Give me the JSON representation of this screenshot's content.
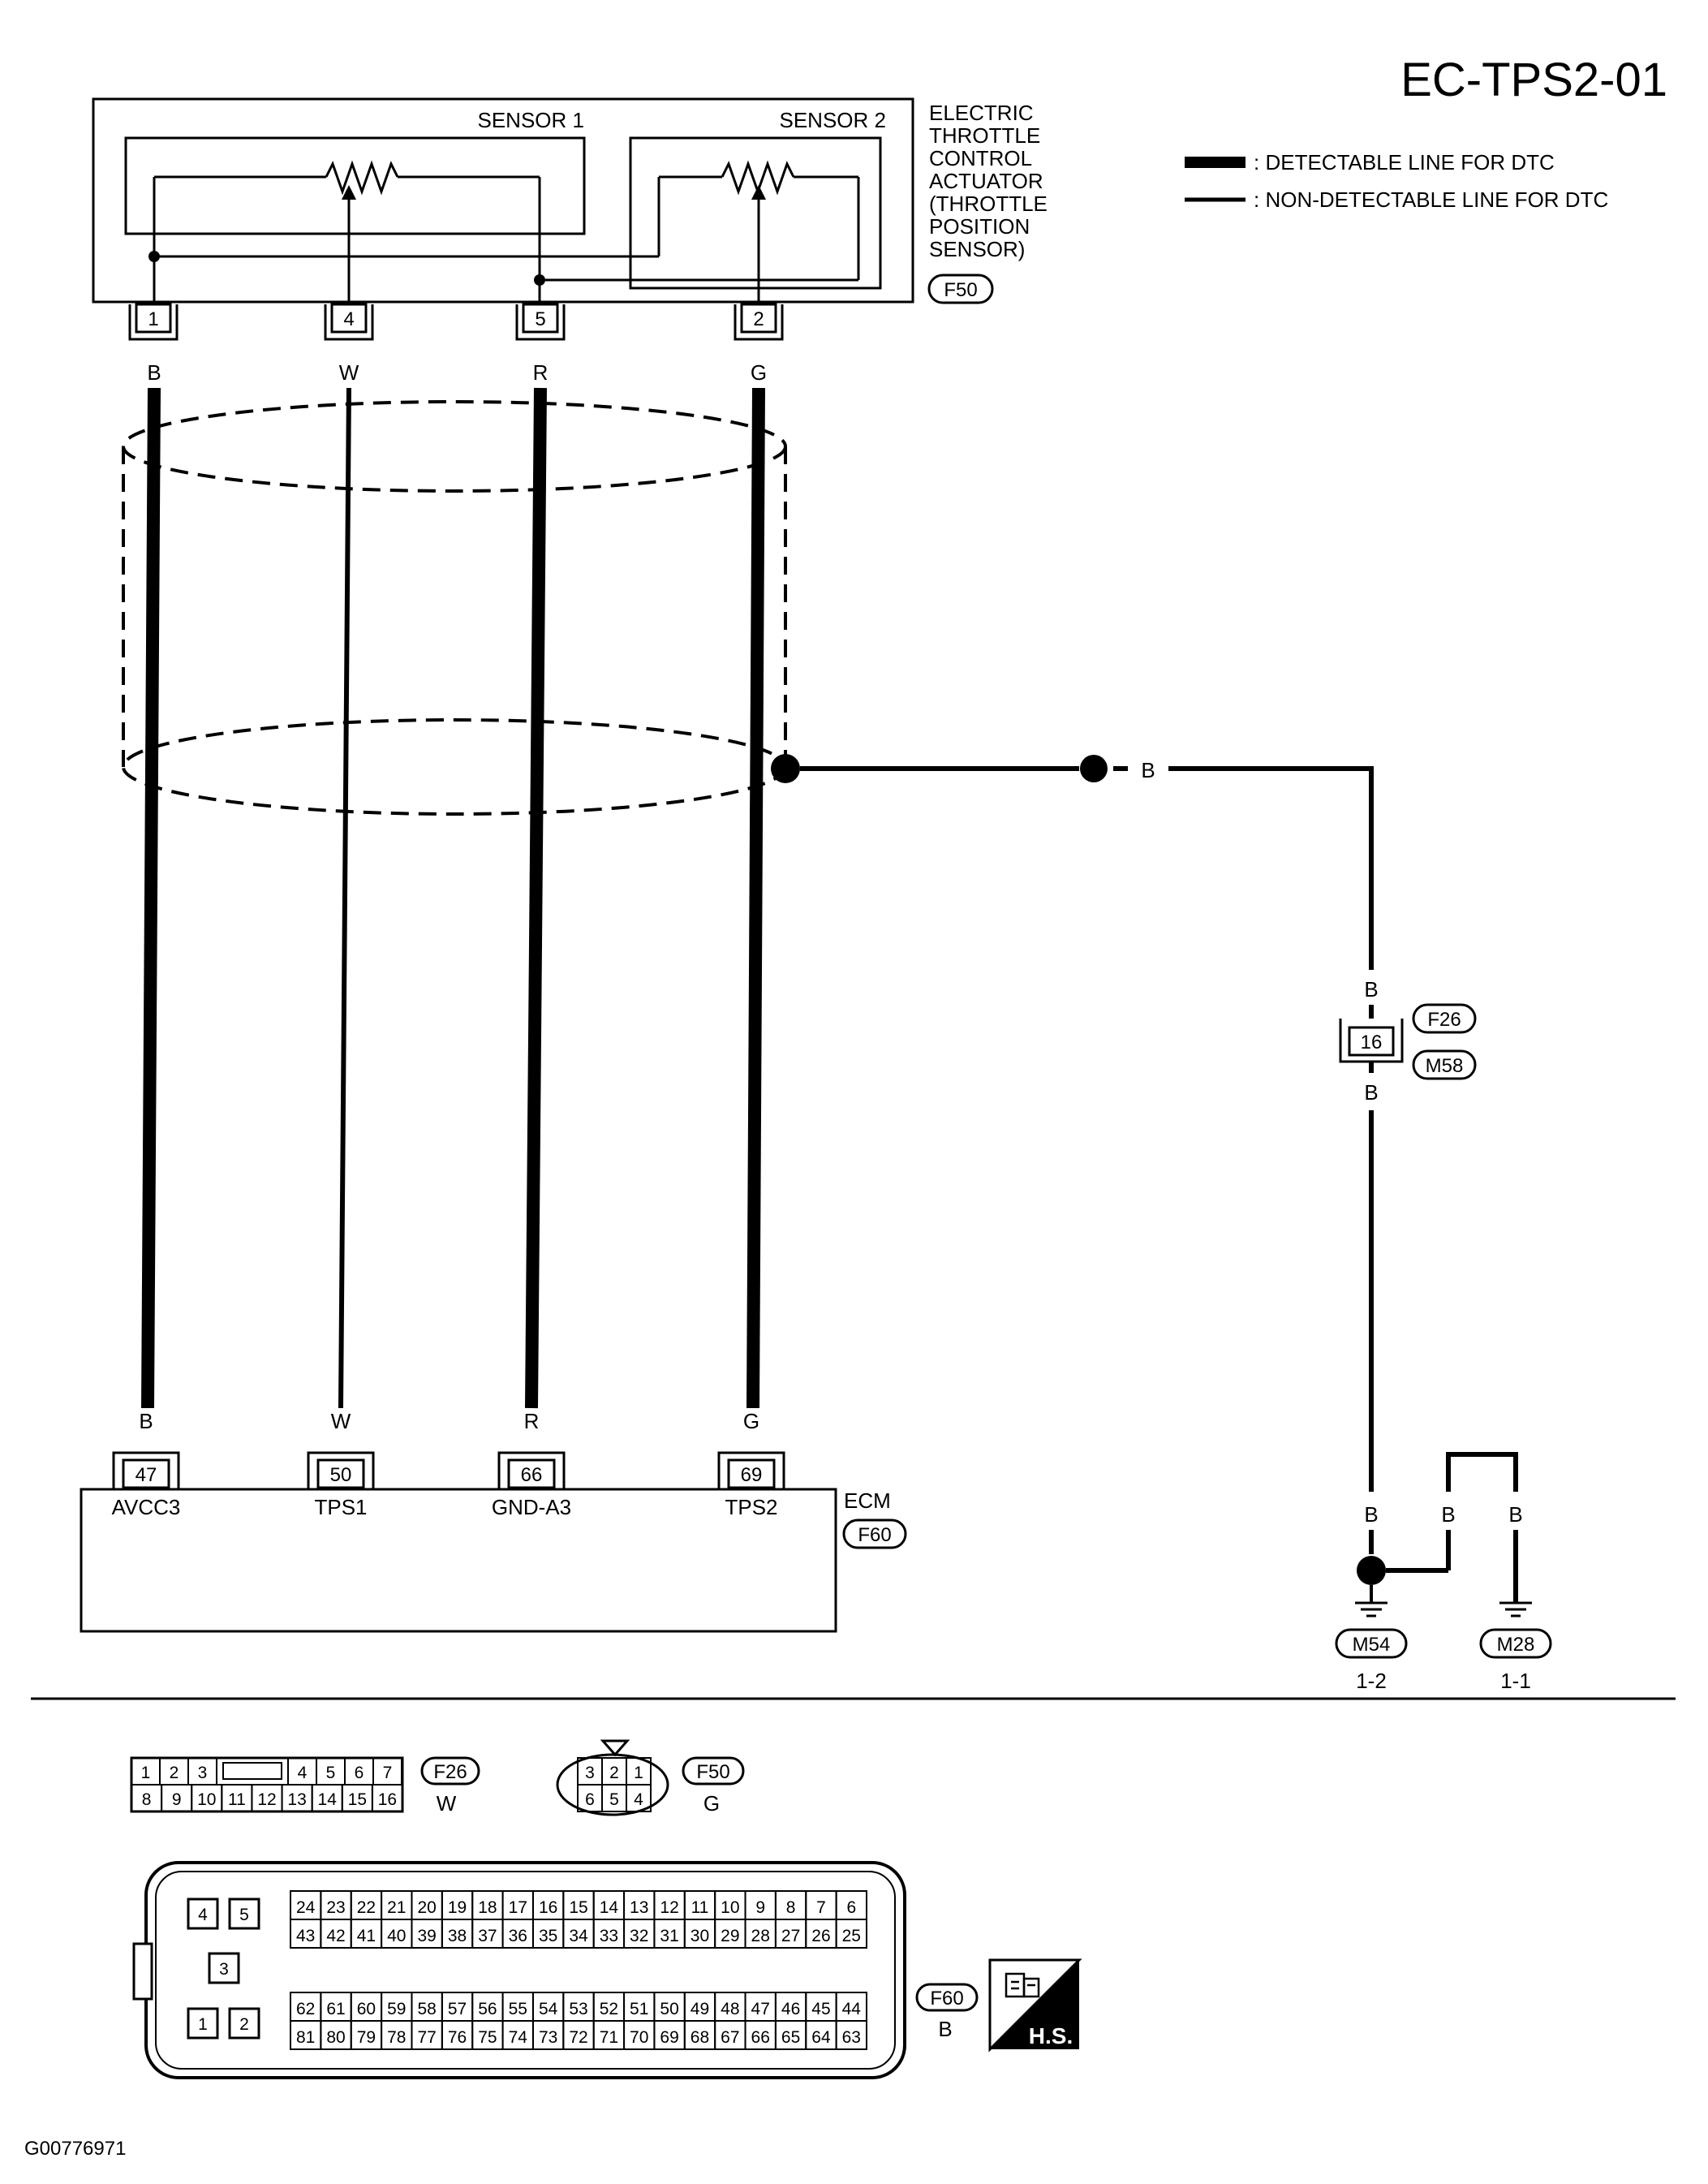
{
  "diagram_id": "EC-TPS2-01",
  "legend": {
    "detectable": ": DETECTABLE LINE FOR DTC",
    "non_detectable": ": NON-DETECTABLE LINE FOR DTC"
  },
  "actuator": {
    "title_lines": [
      "ELECTRIC",
      "THROTTLE",
      "CONTROL",
      "ACTUATOR",
      "(THROTTLE",
      "POSITION",
      "SENSOR)"
    ],
    "connector": "F50",
    "sensor1_label": "SENSOR 1",
    "sensor2_label": "SENSOR 2"
  },
  "wires": [
    {
      "actuator_pin": "1",
      "color": "B",
      "ecm_pin": "47",
      "ecm_signal": "AVCC3",
      "detectable": true
    },
    {
      "actuator_pin": "4",
      "color": "W",
      "ecm_pin": "50",
      "ecm_signal": "TPS1",
      "detectable": false
    },
    {
      "actuator_pin": "5",
      "color": "R",
      "ecm_pin": "66",
      "ecm_signal": "GND-A3",
      "detectable": true
    },
    {
      "actuator_pin": "2",
      "color": "G",
      "ecm_pin": "69",
      "ecm_signal": "TPS2",
      "detectable": true
    }
  ],
  "ecm": {
    "label": "ECM",
    "connector": "F60"
  },
  "shield": {
    "wire_color_a": "B",
    "joint_pin": "16",
    "joint_connectors": [
      "F26",
      "M58"
    ],
    "wire_color_b": "B",
    "wire_color_c": "B",
    "wire_color_d": "B",
    "wire_color_e": "B",
    "ground1": {
      "connector": "M54",
      "ref": "1-2"
    },
    "ground2": {
      "connector": "M28",
      "ref": "1-1"
    }
  },
  "connectors": {
    "f26": {
      "label": "F26",
      "color": "W",
      "row1": [
        "1",
        "2",
        "3",
        "",
        "4",
        "5",
        "6",
        "7"
      ],
      "row2": [
        "8",
        "9",
        "10",
        "11",
        "12",
        "13",
        "14",
        "15",
        "16"
      ]
    },
    "f50": {
      "label": "F50",
      "color": "G",
      "row1": [
        "3",
        "2",
        "1"
      ],
      "row2": [
        "6",
        "5",
        "4"
      ]
    },
    "f60": {
      "label": "F60",
      "color": "B",
      "left_cells": [
        "4",
        "5",
        "3",
        "1",
        "2"
      ],
      "row1": [
        "24",
        "23",
        "22",
        "21",
        "20",
        "19",
        "18",
        "17",
        "16",
        "15",
        "14",
        "13",
        "12",
        "11",
        "10",
        "9",
        "8",
        "7",
        "6"
      ],
      "row2": [
        "43",
        "42",
        "41",
        "40",
        "39",
        "38",
        "37",
        "36",
        "35",
        "34",
        "33",
        "32",
        "31",
        "30",
        "29",
        "28",
        "27",
        "26",
        "25"
      ],
      "row3": [
        "62",
        "61",
        "60",
        "59",
        "58",
        "57",
        "56",
        "55",
        "54",
        "53",
        "52",
        "51",
        "50",
        "49",
        "48",
        "47",
        "46",
        "45",
        "44"
      ],
      "row4": [
        "81",
        "80",
        "79",
        "78",
        "77",
        "76",
        "75",
        "74",
        "73",
        "72",
        "71",
        "70",
        "69",
        "68",
        "67",
        "66",
        "65",
        "64",
        "63"
      ]
    }
  },
  "hs_badge": "H.S.",
  "figure_code": "G00776971"
}
